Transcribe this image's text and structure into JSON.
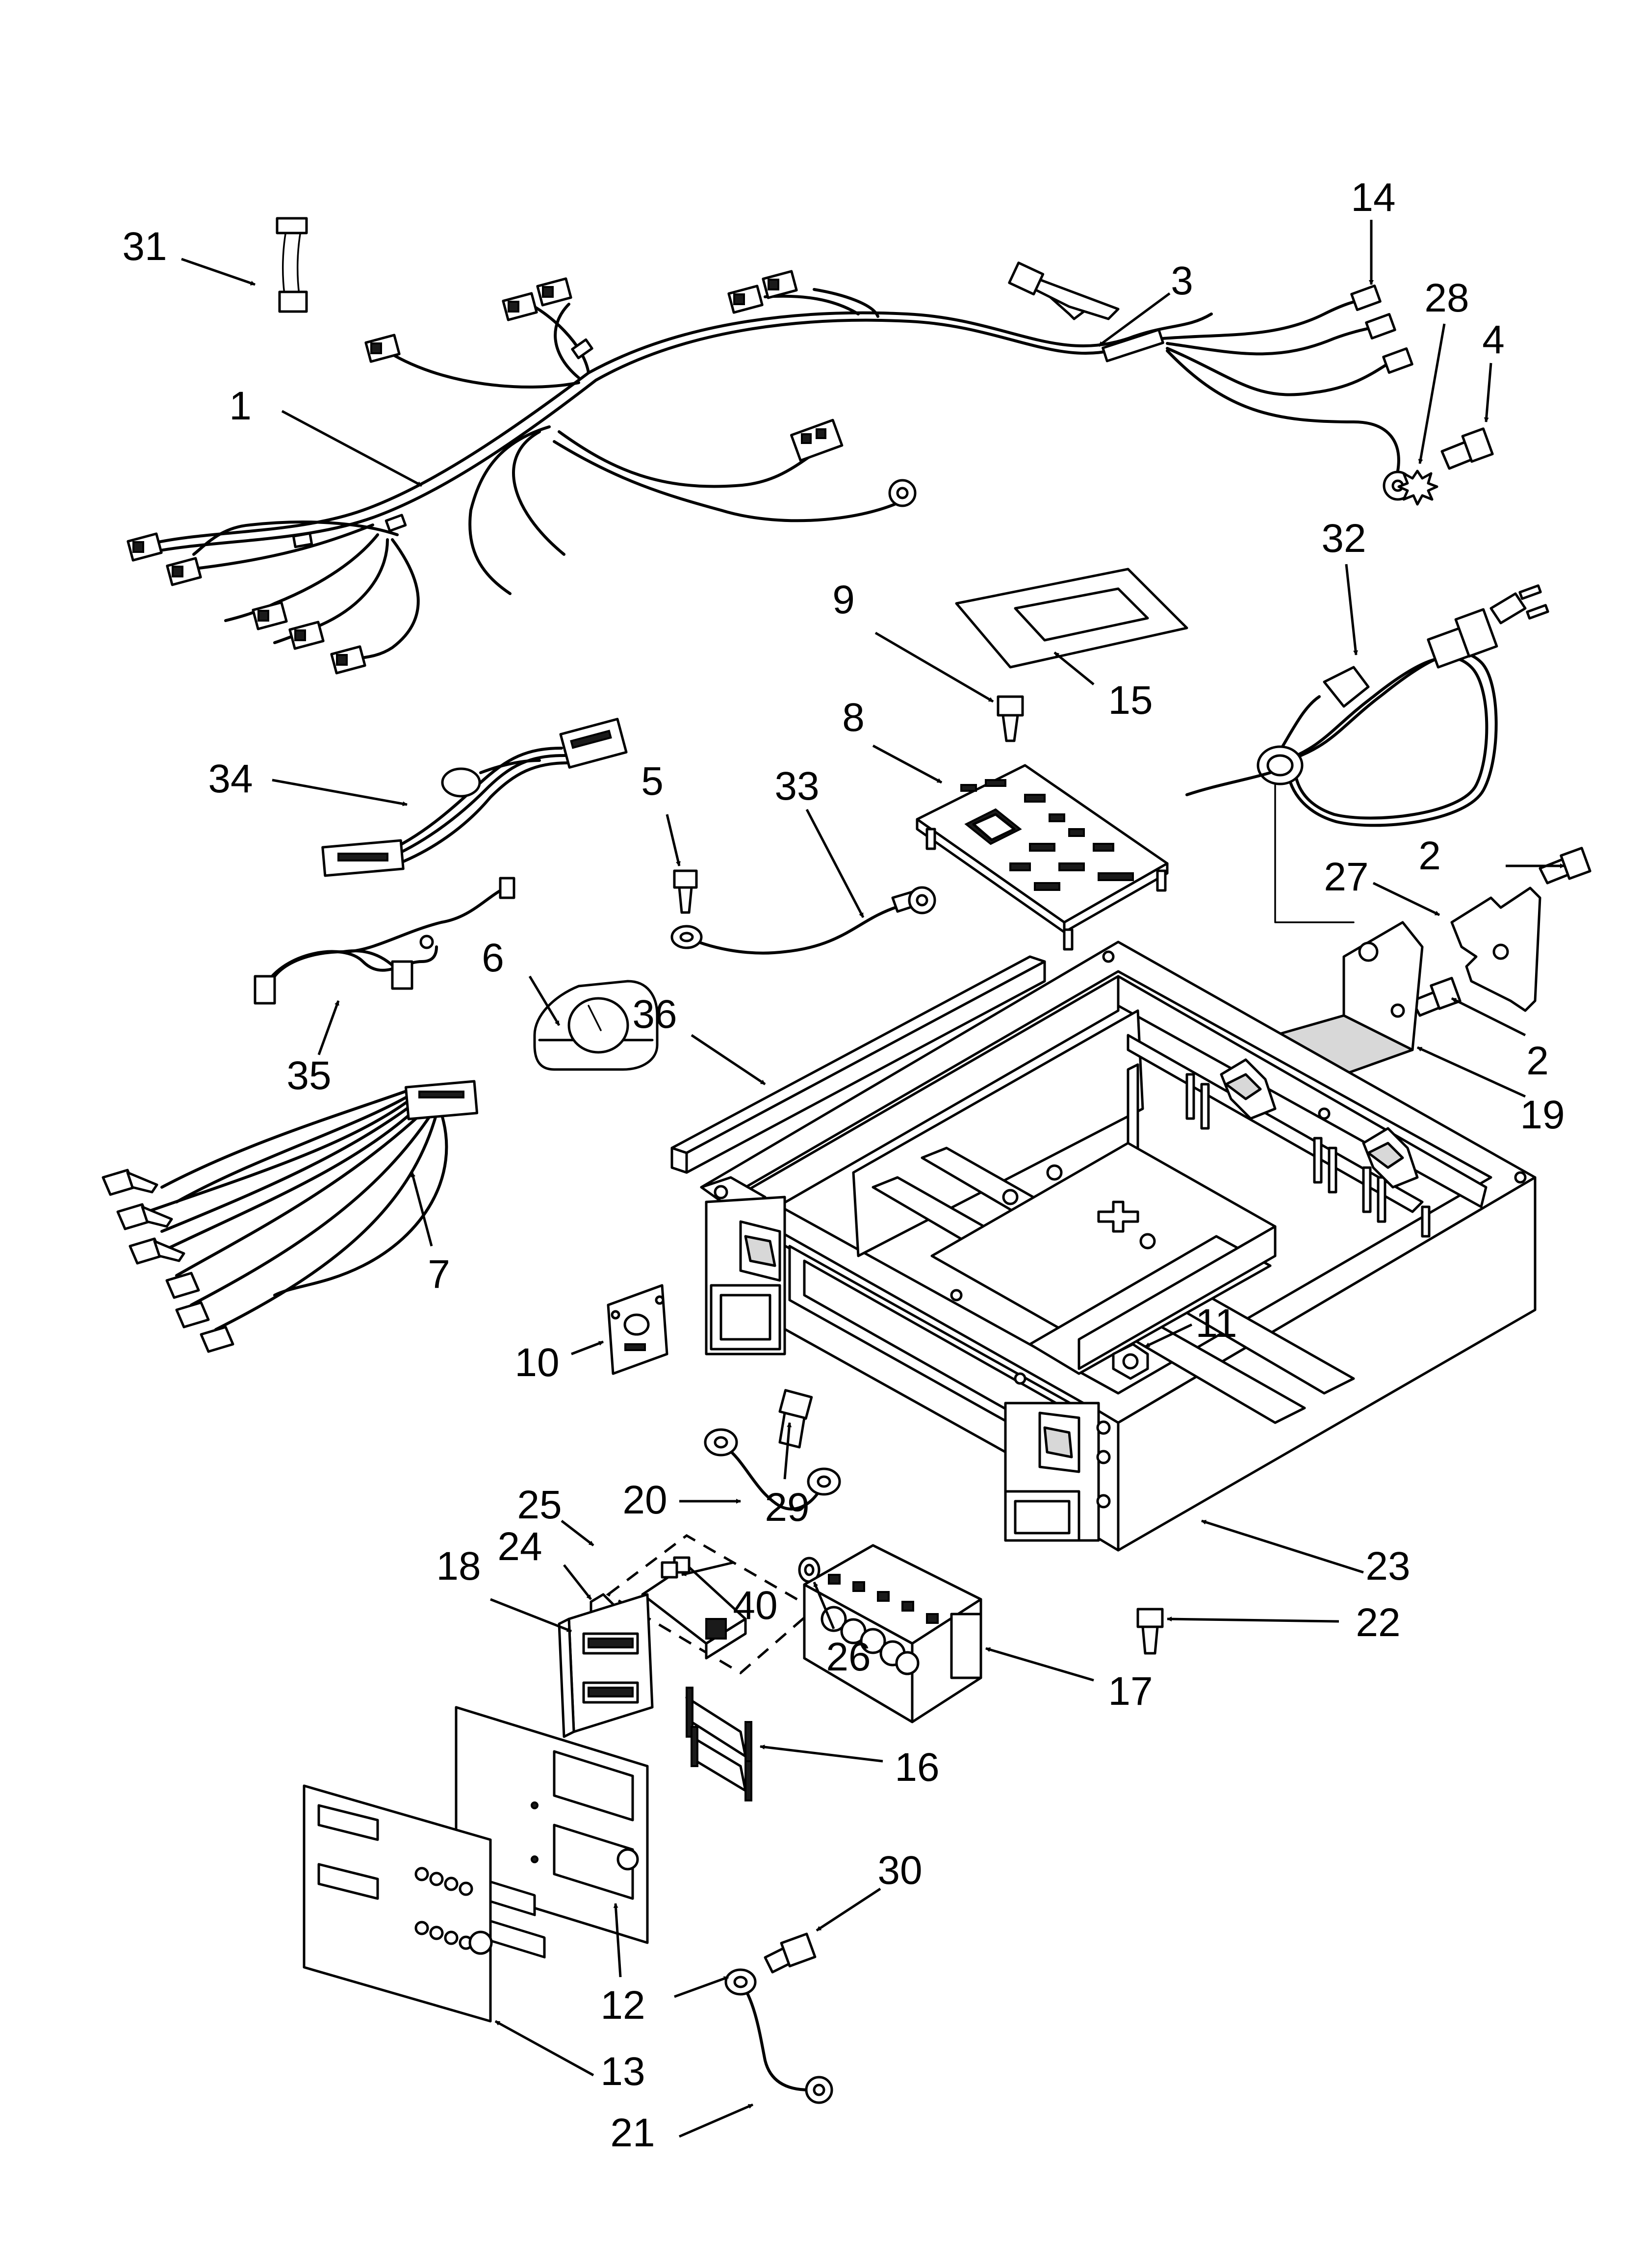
{
  "callouts": [
    "1",
    "2",
    "2",
    "3",
    "4",
    "5",
    "6",
    "7",
    "8",
    "9",
    "10",
    "11",
    "12",
    "13",
    "14",
    "15",
    "16",
    "17",
    "18",
    "19",
    "20",
    "21",
    "22",
    "23",
    "24",
    "25",
    "26",
    "27",
    "28",
    "29",
    "30",
    "31",
    "32",
    "33",
    "34",
    "35",
    "36",
    "40"
  ],
  "colors": {
    "line": "#000000",
    "fill": "#ffffff",
    "shade": "#d8d8d8"
  }
}
